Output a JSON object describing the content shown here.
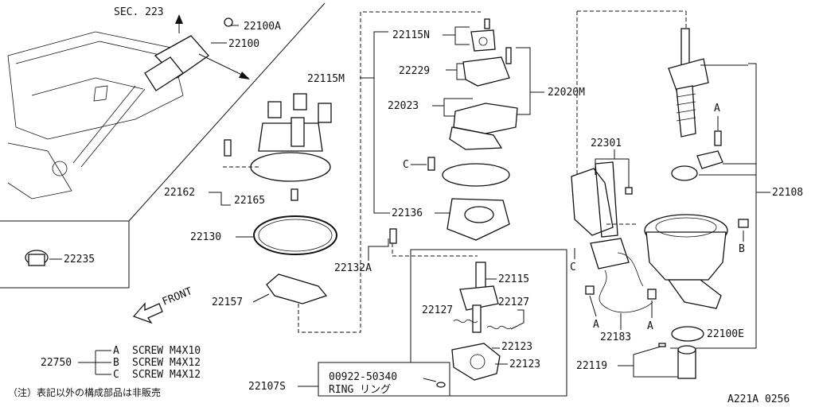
{
  "header": {
    "section_ref": "SEC. 223"
  },
  "callouts": {
    "p22100A": "22100A",
    "p22100": "22100",
    "p22115N": "22115N",
    "p22229": "22229",
    "p22115M": "22115M",
    "p22020M": "22020M",
    "p22023": "22023",
    "c_left": "C",
    "p22162": "22162",
    "p22165": "22165",
    "p22136": "22136",
    "p22130": "22130",
    "p22132A": "22132A",
    "p22235": "22235",
    "front": "FRONT",
    "p22157": "22157",
    "p22115": "22115",
    "p22127a": "22127",
    "p22127b": "22127",
    "p22123a": "22123",
    "p22123b": "22123",
    "p22107S": "22107S",
    "p22301": "22301",
    "p22108": "22108",
    "a_top": "A",
    "b_right": "B",
    "c_mid": "C",
    "a_low1": "A",
    "a_low2": "A",
    "p22183": "22183",
    "p22100E": "22100E",
    "p22119": "22119"
  },
  "ring_callout": {
    "part_no": "00922-50340",
    "name": "RING リング"
  },
  "screws": {
    "part_no": "22750",
    "rows": [
      {
        "code": "A",
        "desc": "SCREW M4X10"
      },
      {
        "code": "B",
        "desc": "SCREW M4X12"
      },
      {
        "code": "C",
        "desc": "SCREW M4X12"
      }
    ]
  },
  "footnote": "（注）表記以外の構成部品は非販売",
  "diagram_id": "A221A 0256"
}
